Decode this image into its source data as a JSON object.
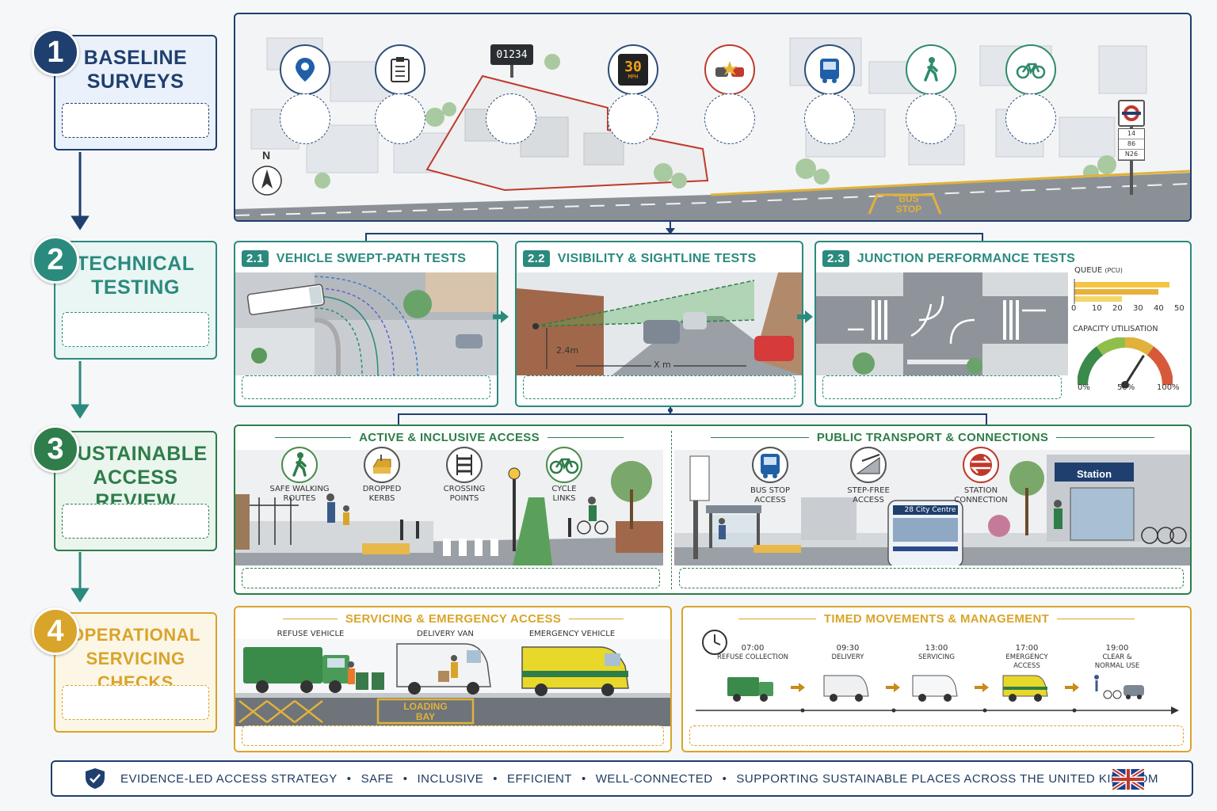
{
  "stages": [
    {
      "num": "1",
      "title": "BASELINE\nSURVEYS",
      "color": "#1f3f6e",
      "fill": "#eaf1fa"
    },
    {
      "num": "2",
      "title": "TECHNICAL\nTESTING",
      "color": "#2b8a7e",
      "fill": "#eaf6f4"
    },
    {
      "num": "3",
      "title": "SUSTAINABLE\nACCESS REVIEW",
      "color": "#2e7d4a",
      "fill": "#eaf5ee"
    },
    {
      "num": "4",
      "title": "OPERATIONAL\nSERVICING CHECKS",
      "color": "#d9a42a",
      "fill": "#fcf6e6"
    }
  ],
  "baseline": {
    "counter": "01234",
    "speed_sign": "30",
    "speed_unit": "MPH",
    "north": "N",
    "bus_stop_marking": "BUS\nSTOP",
    "bus_routes": [
      "14",
      "86",
      "N26"
    ],
    "icons": [
      "location-pin-icon",
      "checklist-icon",
      "traffic-counter-icon",
      "speed-sign-icon",
      "collision-icon",
      "bus-icon",
      "pedestrian-icon",
      "bicycle-icon"
    ]
  },
  "technical": {
    "tests": [
      {
        "badge": "2.1",
        "title": "VEHICLE SWEPT-PATH TESTS"
      },
      {
        "badge": "2.2",
        "title": "VISIBILITY & SIGHTLINE TESTS",
        "height_label": "2.4m",
        "distance_label": "X m"
      },
      {
        "badge": "2.3",
        "title": "JUNCTION PERFORMANCE TESTS"
      }
    ],
    "queue": {
      "label": "QUEUE",
      "unit": "(PCU)",
      "ticks": [
        "0",
        "10",
        "20",
        "30",
        "40",
        "50"
      ]
    },
    "capacity": {
      "label": "CAPACITY UTILISATION",
      "ticks": [
        "0%",
        "50%",
        "100%"
      ],
      "needle_fraction": 0.68
    }
  },
  "sustainable": {
    "active_title": "ACTIVE & INCLUSIVE ACCESS",
    "active_items": [
      {
        "label": "SAFE WALKING\nROUTES",
        "icon": "pedestrian-icon"
      },
      {
        "label": "DROPPED\nKERBS",
        "icon": "dropped-kerb-icon"
      },
      {
        "label": "CROSSING\nPOINTS",
        "icon": "crossing-icon"
      },
      {
        "label": "CYCLE\nLINKS",
        "icon": "bicycle-icon"
      }
    ],
    "transport_title": "PUBLIC TRANSPORT & CONNECTIONS",
    "transport_items": [
      {
        "label": "BUS STOP\nACCESS",
        "icon": "bus-icon"
      },
      {
        "label": "STEP-FREE\nACCESS",
        "icon": "ramp-icon"
      },
      {
        "label": "STATION\nCONNECTION",
        "icon": "rail-icon"
      }
    ],
    "bus_destination": "28 City Centre",
    "station_sign": "Station"
  },
  "operational": {
    "servicing_title": "SERVICING & EMERGENCY ACCESS",
    "vehicles": [
      "REFUSE VEHICLE",
      "DELIVERY VAN",
      "EMERGENCY VEHICLE"
    ],
    "loading_bay": "LOADING\nBAY",
    "timed_title": "TIMED MOVEMENTS & MANAGEMENT",
    "timeline": [
      {
        "time": "07:00",
        "label": "REFUSE COLLECTION"
      },
      {
        "time": "09:30",
        "label": "DELIVERY"
      },
      {
        "time": "13:00",
        "label": "SERVICING"
      },
      {
        "time": "17:00",
        "label": "EMERGENCY\nACCESS"
      },
      {
        "time": "19:00",
        "label": "CLEAR &\nNORMAL USE"
      }
    ]
  },
  "footer": {
    "items": [
      "EVIDENCE-LED ACCESS STRATEGY",
      "SAFE",
      "INCLUSIVE",
      "EFFICIENT",
      "WELL-CONNECTED",
      "SUPPORTING SUSTAINABLE PLACES ACROSS THE UNITED KINGDOM"
    ]
  }
}
